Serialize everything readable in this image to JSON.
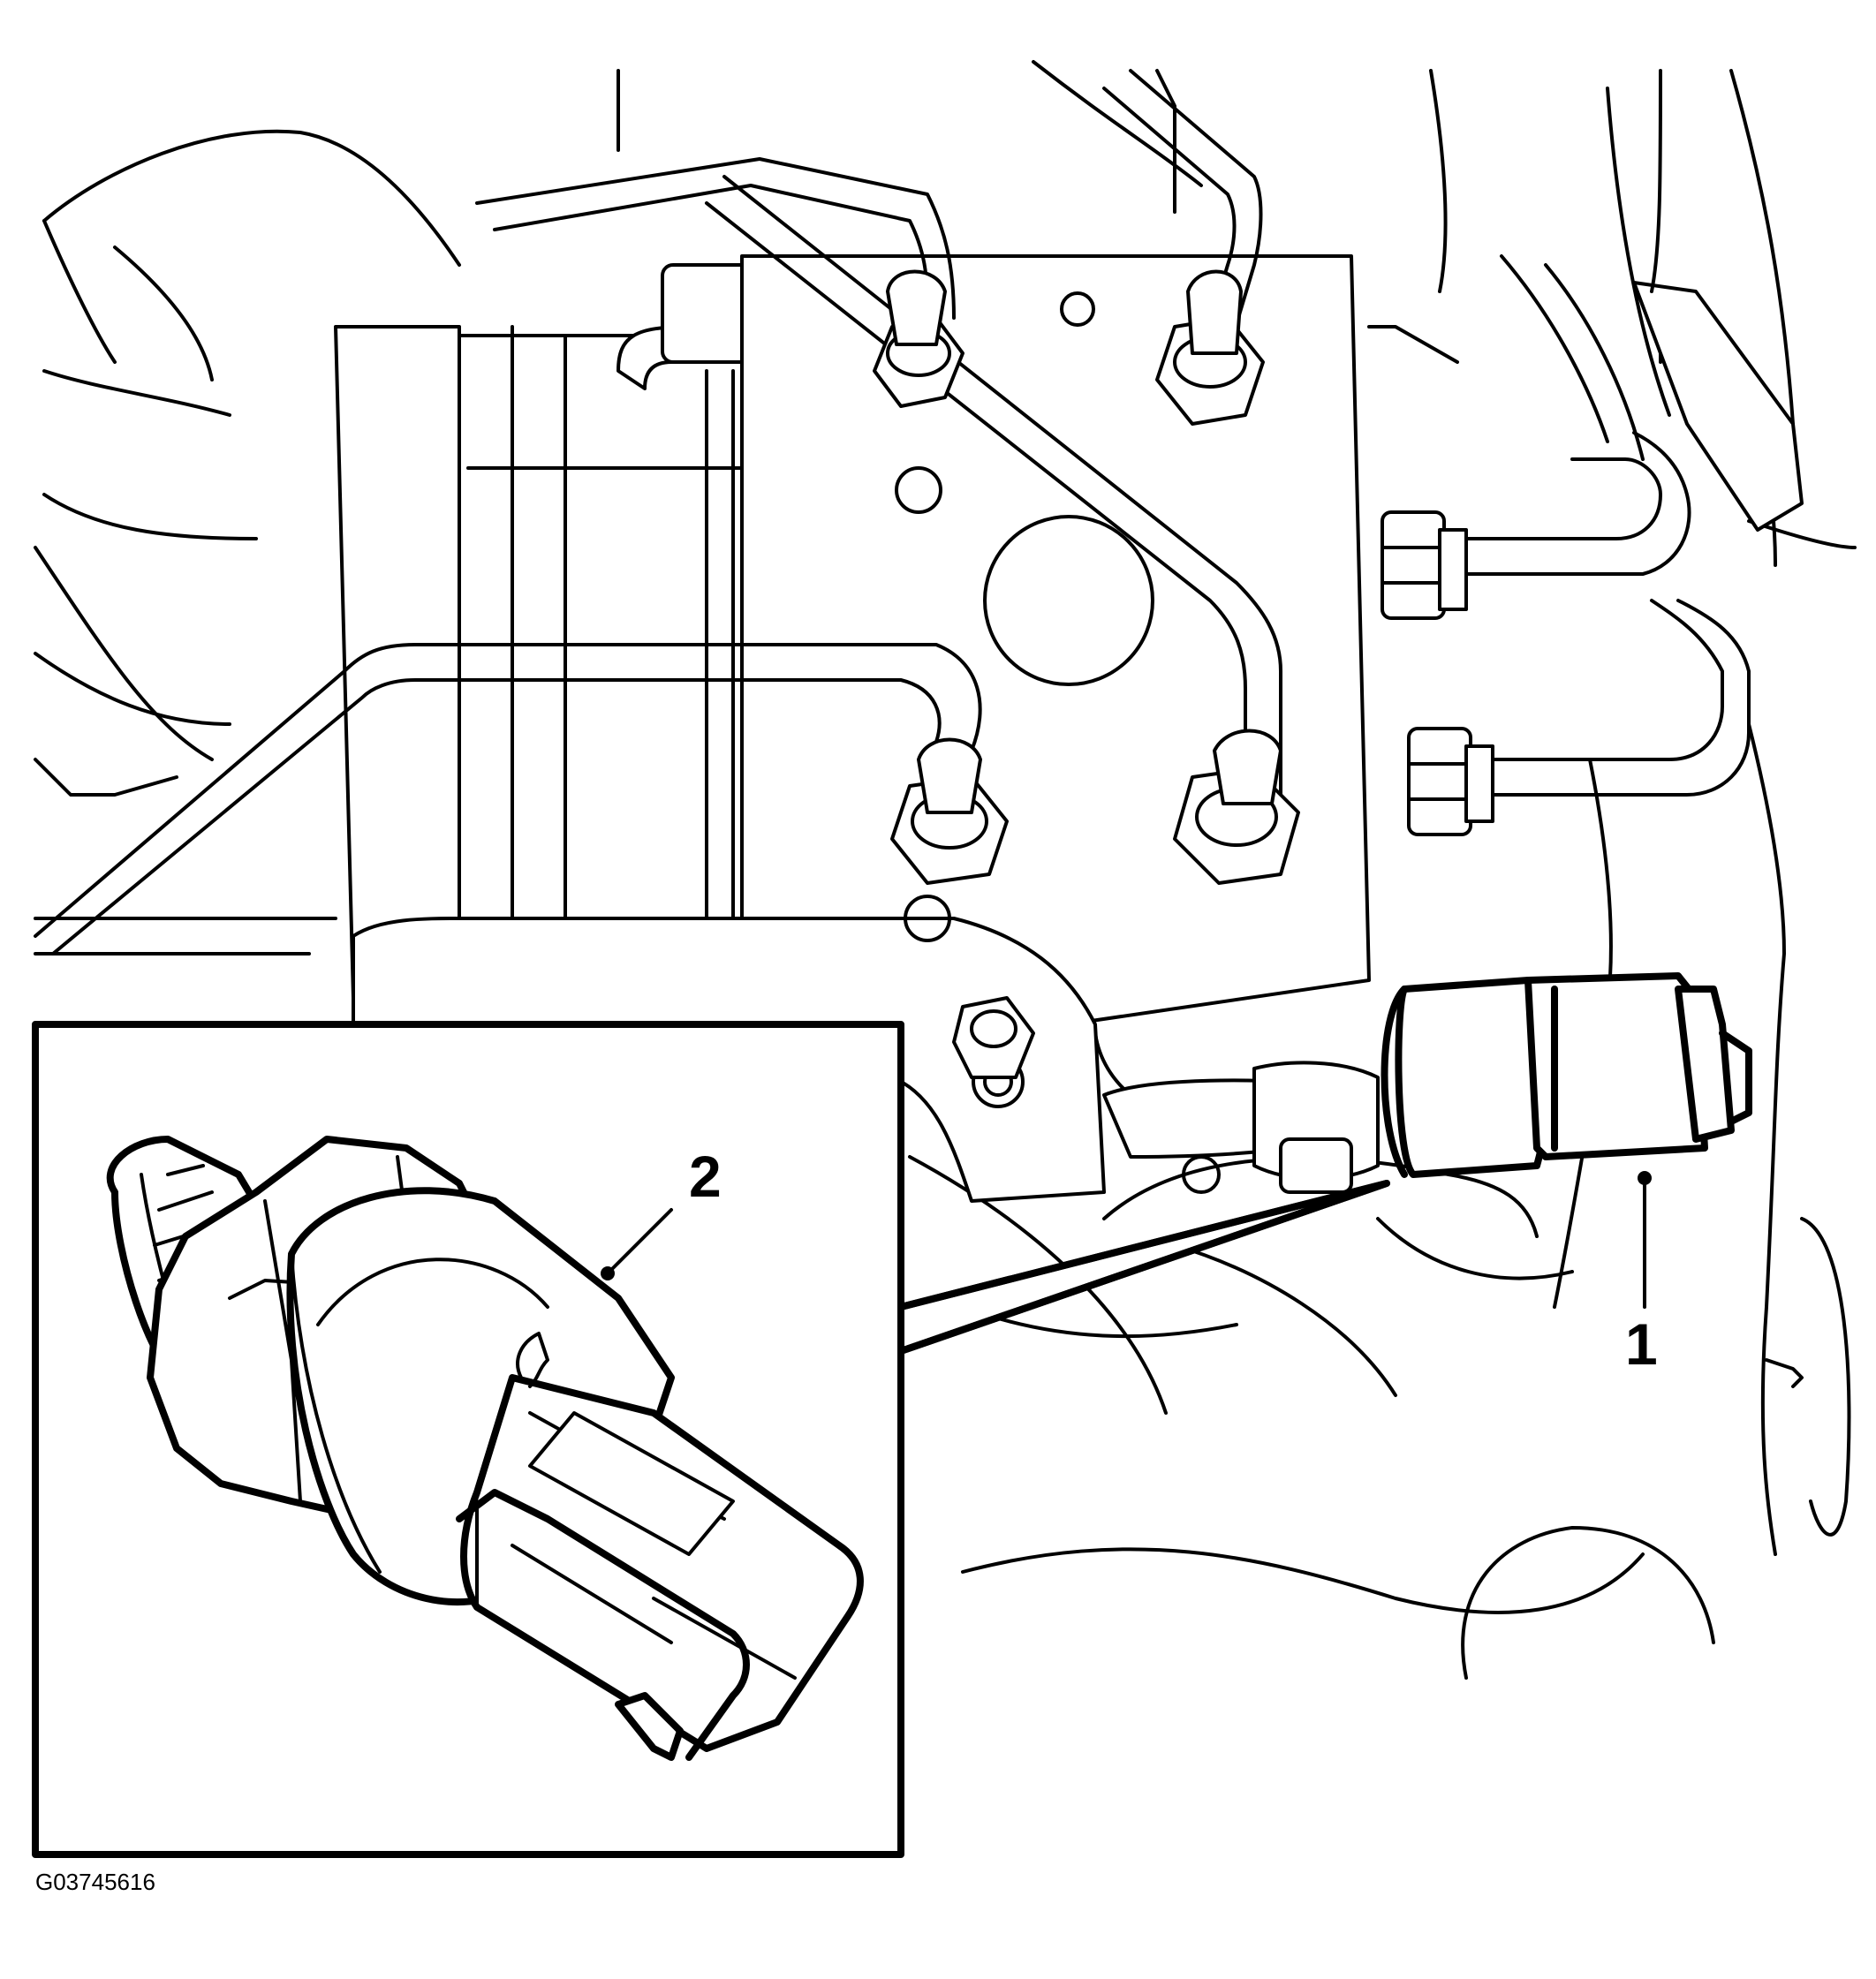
{
  "callouts": [
    {
      "id": "1",
      "label": "1"
    },
    {
      "id": "2",
      "label": "2"
    }
  ],
  "figure_id": "G03745616"
}
